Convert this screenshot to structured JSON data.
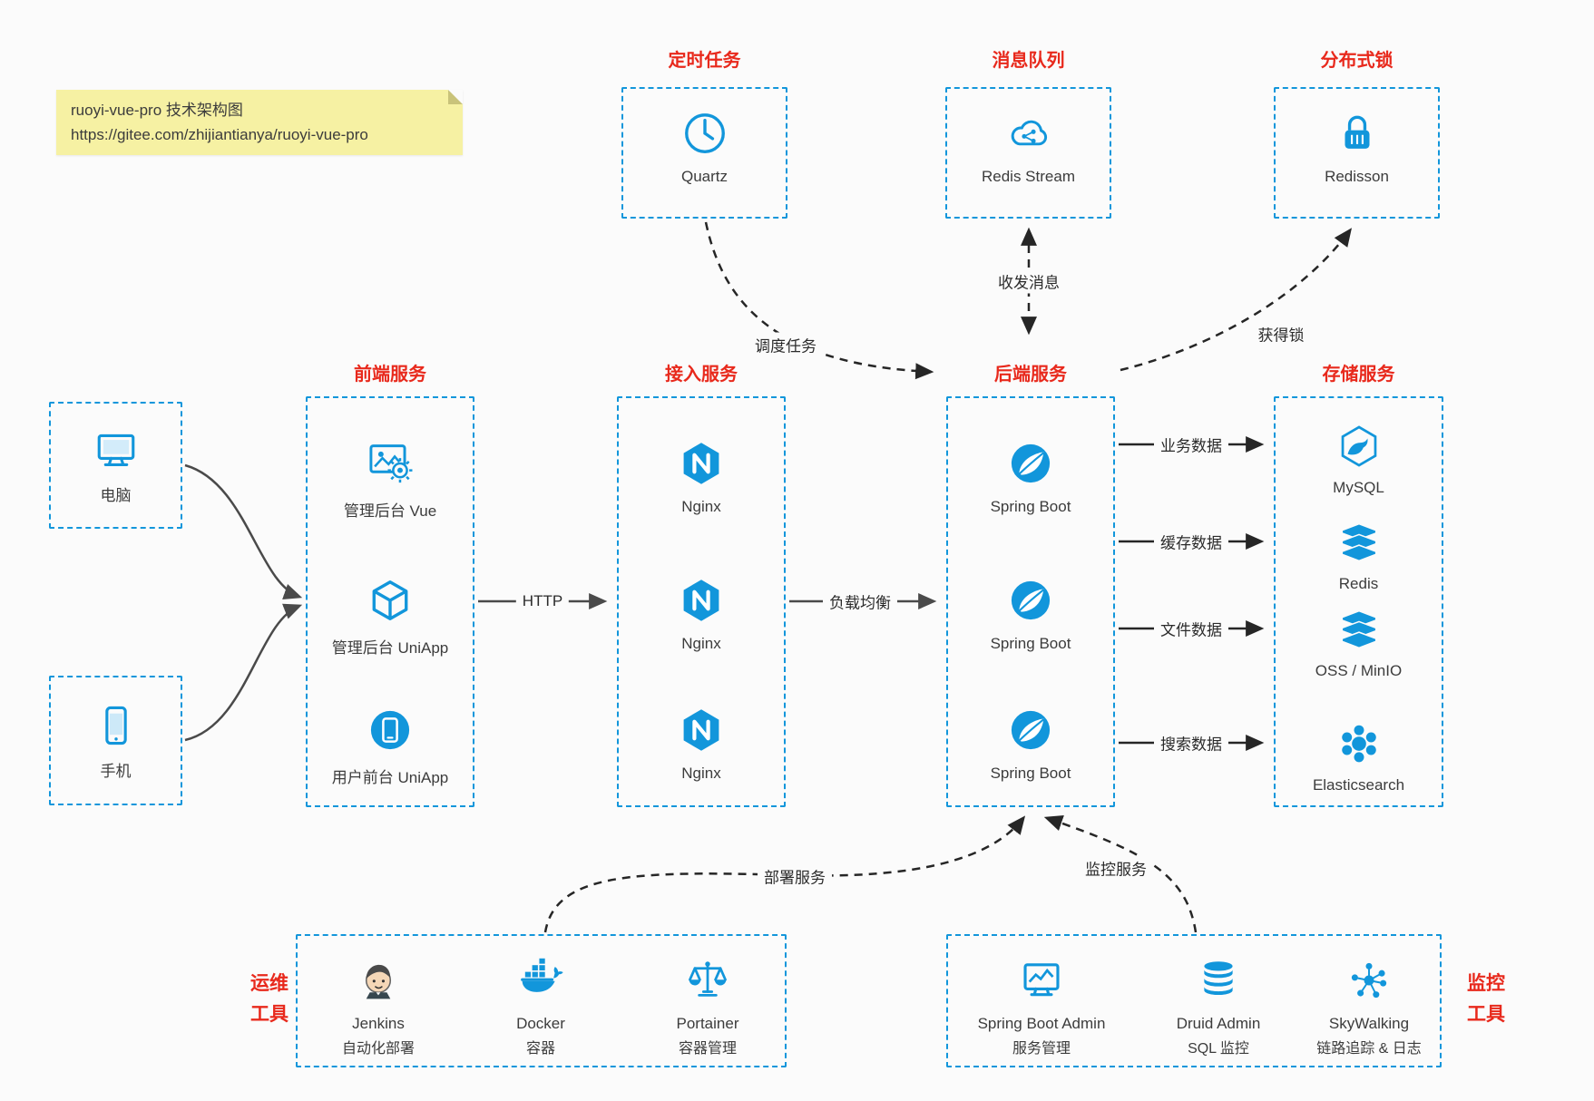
{
  "colors": {
    "accent_blue": "#1296db",
    "accent_red": "#e8291c",
    "text": "#3c3c3c",
    "note_bg": "#f6f1a3"
  },
  "note": {
    "line1": "ruoyi-vue-pro 技术架构图",
    "line2": "https://gitee.com/zhijiantianya/ruoyi-vue-pro"
  },
  "sections": {
    "schedule": {
      "title": "定时任务",
      "item": {
        "name": "Quartz",
        "icon": "clock-icon"
      }
    },
    "mq": {
      "title": "消息队列",
      "item": {
        "name": "Redis Stream",
        "icon": "cloud-network-icon"
      }
    },
    "lock": {
      "title": "分布式锁",
      "item": {
        "name": "Redisson",
        "icon": "lock-icon"
      }
    },
    "clients": {
      "items": [
        {
          "name": "电脑",
          "icon": "desktop-icon"
        },
        {
          "name": "手机",
          "icon": "smartphone-icon"
        }
      ]
    },
    "frontend": {
      "title": "前端服务",
      "items": [
        {
          "name": "管理后台 Vue",
          "icon": "admin-vue-icon"
        },
        {
          "name": "管理后台 UniApp",
          "icon": "cube-icon"
        },
        {
          "name": "用户前台 UniApp",
          "icon": "mobile-app-icon"
        }
      ]
    },
    "gateway": {
      "title": "接入服务",
      "items": [
        {
          "name": "Nginx",
          "icon": "nginx-icon"
        },
        {
          "name": "Nginx",
          "icon": "nginx-icon"
        },
        {
          "name": "Nginx",
          "icon": "nginx-icon"
        }
      ]
    },
    "backend": {
      "title": "后端服务",
      "items": [
        {
          "name": "Spring Boot",
          "icon": "spring-icon"
        },
        {
          "name": "Spring Boot",
          "icon": "spring-icon"
        },
        {
          "name": "Spring Boot",
          "icon": "spring-icon"
        }
      ]
    },
    "storage": {
      "title": "存储服务",
      "items": [
        {
          "name": "MySQL",
          "icon": "mysql-icon"
        },
        {
          "name": "Redis",
          "icon": "stack-icon"
        },
        {
          "name": "OSS / MinIO",
          "icon": "stack-icon"
        },
        {
          "name": "Elasticsearch",
          "icon": "elasticsearch-icon"
        }
      ]
    },
    "ops": {
      "label": [
        "运维",
        "工具"
      ],
      "items": [
        {
          "name": "Jenkins",
          "desc": "自动化部署",
          "icon": "jenkins-icon"
        },
        {
          "name": "Docker",
          "desc": "容器",
          "icon": "docker-icon"
        },
        {
          "name": "Portainer",
          "desc": "容器管理",
          "icon": "scales-icon"
        }
      ]
    },
    "monitoring": {
      "label": [
        "监控",
        "工具"
      ],
      "items": [
        {
          "name": "Spring Boot Admin",
          "desc": "服务管理",
          "icon": "monitor-chart-icon"
        },
        {
          "name": "Druid Admin",
          "desc": "SQL 监控",
          "icon": "database-icon"
        },
        {
          "name": "SkyWalking",
          "desc": "链路追踪 & 日志",
          "icon": "network-nodes-icon"
        }
      ]
    }
  },
  "edges": {
    "http": "HTTP",
    "load_balance": "负载均衡",
    "schedule": "调度任务",
    "message": "收发消息",
    "lock": "获得锁",
    "business": "业务数据",
    "cache": "缓存数据",
    "file": "文件数据",
    "search": "搜索数据",
    "deploy": "部署服务",
    "monitor": "监控服务"
  }
}
